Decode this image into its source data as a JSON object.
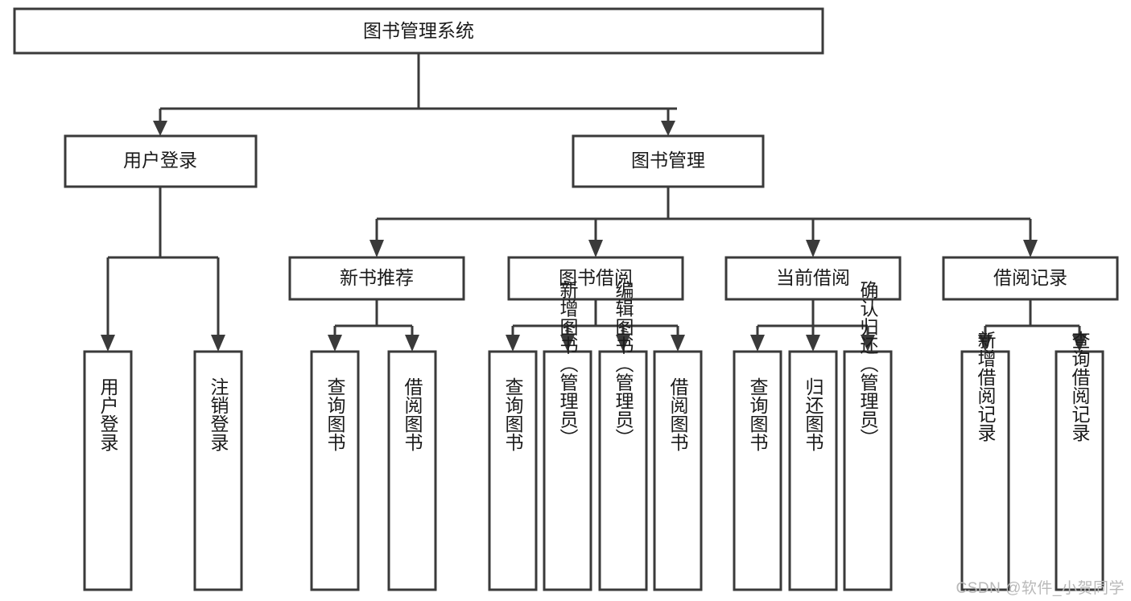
{
  "diagram": {
    "type": "hierarchy-tree",
    "title": "图书管理系统",
    "watermark": "CSDN @软件_小贺同学",
    "colors": {
      "box_fill": "#ffffff",
      "box_stroke": "#3a3a3a",
      "text": "#1a1a1a",
      "watermark": "#b9b9b9",
      "background": "#ffffff"
    },
    "root": {
      "label": "图书管理系统",
      "level": 0
    },
    "level2": [
      {
        "label": "用户登录"
      },
      {
        "label": "图书管理"
      }
    ],
    "level3": [
      {
        "label": "新书推荐"
      },
      {
        "label": "图书借阅"
      },
      {
        "label": "当前借阅"
      },
      {
        "label": "借阅记录"
      }
    ],
    "leaves": {
      "user_login": [
        {
          "label": "用户登录"
        },
        {
          "label": "注销登录"
        }
      ],
      "new_book_recommend": [
        {
          "label": "查询图书"
        },
        {
          "label": "借阅图书"
        }
      ],
      "book_borrow": [
        {
          "label": "查询图书"
        },
        {
          "label": "新增图书（管理员）"
        },
        {
          "label": "编辑图书（管理员）"
        },
        {
          "label": "借阅图书"
        }
      ],
      "current_borrow": [
        {
          "label": "查询图书"
        },
        {
          "label": "归还图书"
        },
        {
          "label": "确认归还（管理员）"
        }
      ],
      "borrow_record": [
        {
          "label": "新增借阅记录"
        },
        {
          "label": "查询借阅记录"
        }
      ]
    }
  }
}
